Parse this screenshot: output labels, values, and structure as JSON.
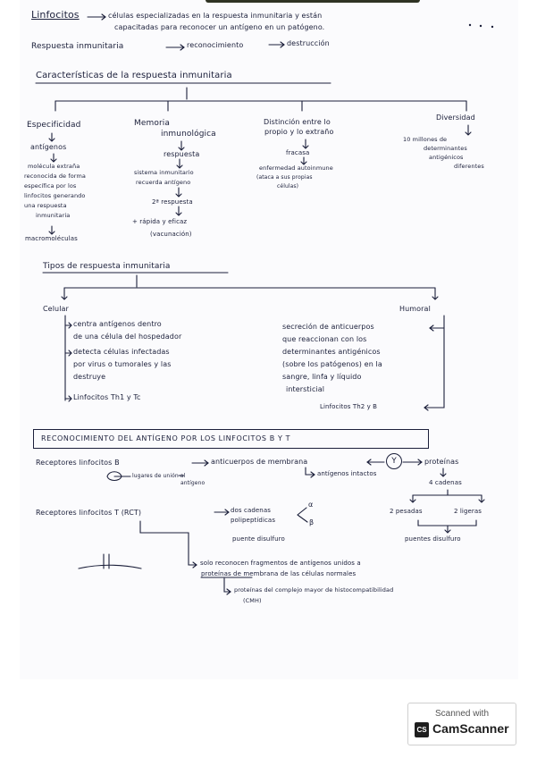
{
  "intro": {
    "line1a": "Linfocitos",
    "line1b": "células especializadas en la respuesta inmunitaria y están",
    "line2": "capacitadas para reconocer un antígeno en un patógeno.",
    "resp_a": "Respuesta inmunitaria",
    "resp_b": "reconocimiento",
    "resp_c": "destrucción"
  },
  "characteristics": {
    "title": "Características de la respuesta inmunitaria",
    "specificity": {
      "head": "Especificidad",
      "l1": "antígenos",
      "d1": "molécula extraña",
      "d2": "reconocida de forma",
      "d3": "específica por los",
      "d4": "linfocitos generando",
      "d5": "una respuesta",
      "d6": "inmunitaria",
      "l2": "macromoléculas"
    },
    "memory": {
      "head1": "Memoria",
      "head2": "inmunológica",
      "l1": "respuesta",
      "d1": "sistema inmunitario",
      "d2": "recuerda antígeno",
      "l2": "2ª respuesta",
      "l3": "+ rápida y eficaz",
      "l4": "(vacunación)"
    },
    "distinction": {
      "head1": "Distinción entre lo",
      "head2": "propio y lo extraño",
      "l1": "fracasa",
      "d1": "enfermedad autoinmune",
      "d2": "(ataca a sus propias",
      "d3": "células)"
    },
    "diversity": {
      "head": "Diversidad",
      "d1": "10 millones de",
      "d2": "determinantes",
      "d3": "antigénicos",
      "d4": "diferentes"
    }
  },
  "types": {
    "title": "Tipos de respuesta inmunitaria",
    "cellular": {
      "head": "Celular",
      "i1a": "centra antígenos dentro",
      "i1b": "de una célula del hospedador",
      "i2a": "detecta células infectadas",
      "i2b": "por virus o tumorales y las",
      "i2c": "destruye",
      "i3": "Linfocitos Th1 y Tc"
    },
    "humoral": {
      "head": "Humoral",
      "d1": "secreción de anticuerpos",
      "d2": "que reaccionan con los",
      "d3": "determinantes antigénicos",
      "d4": "(sobre los patógenos) en la",
      "d5": "sangre, linfa y líquido",
      "d6": "intersticial",
      "foot": "Linfocitos Th2 y B"
    }
  },
  "recognition": {
    "title": "RECONOCIMIENTO DEL ANTÍGENO POR LOS LINFOCITOS B Y T",
    "b_receptors": "Receptores linfocitos B",
    "antibodies": "anticuerpos de membrana",
    "y_symbol": "Y",
    "proteins": "proteínas",
    "intact": "antígenos intactos",
    "chains": "4 cadenas",
    "binding_site_a": "lugares de unión al",
    "binding_site_b": "antígeno",
    "t_receptors": "Receptores linfocitos T (RCT)",
    "two_chains": "dos cadenas",
    "polypeptide": "polipeptídicas",
    "disulfide": "puente disulfuro",
    "alpha": "α",
    "beta": "β",
    "heavy": "2 pesadas",
    "light": "2 ligeras",
    "disulfide2": "puentes disulfuro",
    "only_a": "solo reconocen fragmentos de antígenos unidos a",
    "only_b": "proteínas de membrana de las células normales",
    "mhc_a": "proteínas del complejo mayor de histocompatibilidad",
    "mhc_b": "(CMH)"
  },
  "scanner": {
    "top": "Scanned with",
    "logo": "CS",
    "name": "CamScanner"
  }
}
